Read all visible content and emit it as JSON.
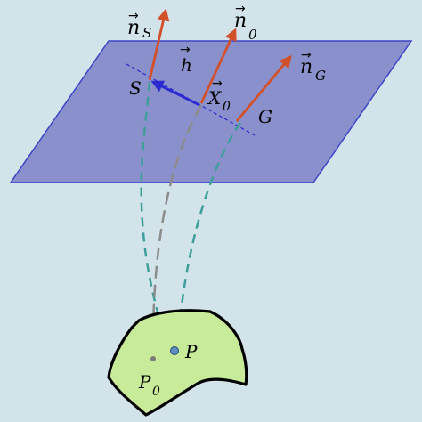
{
  "colors": {
    "background": "#d2e4ea",
    "plane_fill": "#8a90cc",
    "plane_stroke": "#3b45c6",
    "normal_arrow": "#d2502a",
    "h_vector": "#2a2ad0",
    "dashed_trace": "#3e9e9a",
    "central_trace": "#8c8c8c",
    "surface_fill": "#c8eb9a",
    "surface_stroke": "#000000",
    "point_p": "#5a8ec0",
    "point_p0": "#7a7a7a"
  },
  "labels": {
    "n_s_base": "n",
    "n_s_sub": "S",
    "n_0_base": "n",
    "n_0_sub": "0",
    "n_g_base": "n",
    "n_g_sub": "G",
    "h": "h",
    "s": "S",
    "x0_base": "X",
    "x0_sub": "0",
    "g": "G",
    "p": "P",
    "p0_base": "P",
    "p0_sub": "0",
    "vector_mark": "→"
  }
}
